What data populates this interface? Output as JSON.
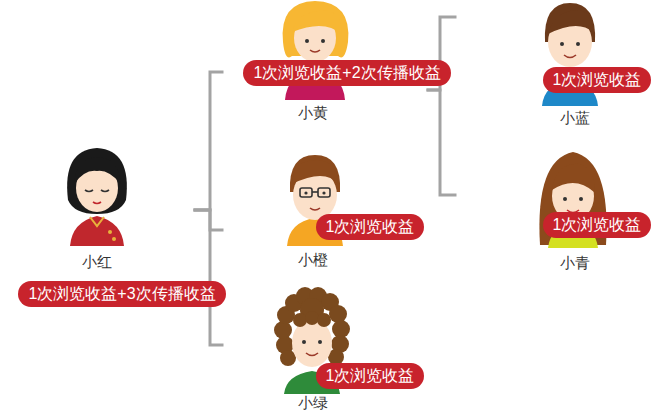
{
  "diagram": {
    "nodes": [
      {
        "text": [
          "小红",
          "1次浏览收益+3次传播收益"
        ]
      },
      {
        "text": [
          "小黄",
          "1次浏览收益+2次传播收益"
        ]
      },
      {
        "text": [
          "小橙",
          "1次浏览收益"
        ]
      },
      {
        "text": [
          "小绿",
          "1次浏览收益"
        ]
      },
      {
        "text": [
          "小蓝",
          "1次浏览收益"
        ]
      },
      {
        "text": [
          "小青",
          "1次浏览收益"
        ]
      }
    ],
    "edges": [
      {
        "from": 0,
        "to": 1,
        "arrow": "none"
      },
      {
        "from": 0,
        "to": 2,
        "arrow": "none"
      },
      {
        "from": 0,
        "to": 3,
        "arrow": "none"
      },
      {
        "from": 1,
        "to": 4,
        "arrow": "none"
      },
      {
        "from": 1,
        "to": 5,
        "arrow": "none"
      }
    ]
  }
}
